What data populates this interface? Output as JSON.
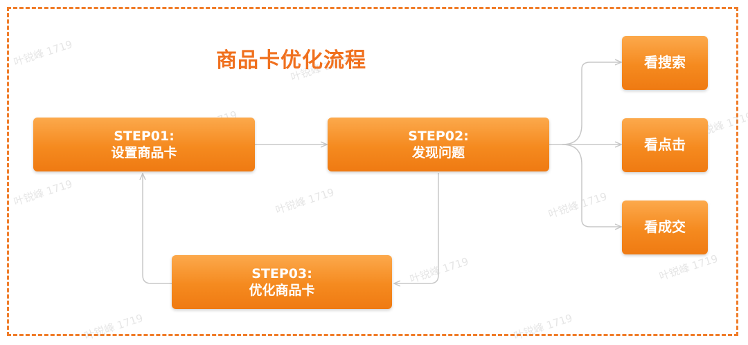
{
  "title": "商品卡优化流程",
  "steps": [
    {
      "step": "STEP01:",
      "label": "设置商品卡"
    },
    {
      "step": "STEP02:",
      "label": "发现问题"
    },
    {
      "step": "STEP03:",
      "label": "优化商品卡"
    }
  ],
  "branches": [
    "看搜索",
    "看点击",
    "看成交"
  ],
  "watermark": "叶锐峰 1719",
  "colors": {
    "accent": "#f07d2a",
    "box_top": "#fca94c",
    "box_bottom": "#ef7a12",
    "connector": "#c8c8c8",
    "title": "#f0701e"
  }
}
